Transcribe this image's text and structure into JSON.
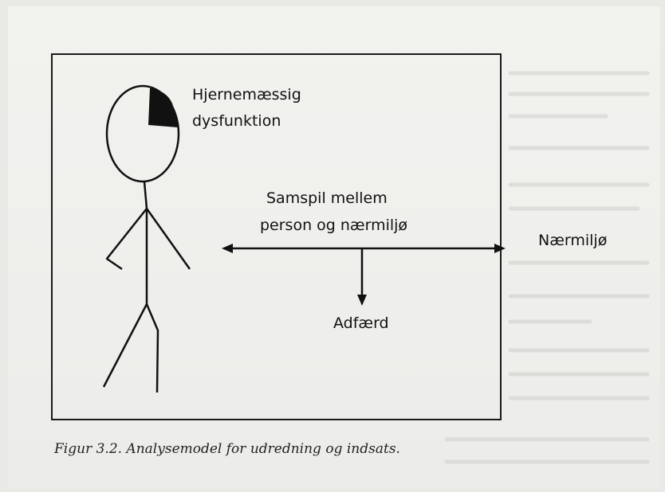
{
  "diagram": {
    "brain_label_line1": "Hjernemæssig",
    "brain_label_line2": "dysfunktion",
    "interaction_label_line1": "Samspil mellem",
    "interaction_label_line2": "person og nærmiljø",
    "environment_label": "Nærmiljø",
    "behavior_label": "Adfærd"
  },
  "caption": "Figur 3.2. Analysemodel for udredning og indsats.",
  "colors": {
    "ink": "#111111",
    "paper": "#eeeeeb",
    "bleed_text": "#c9c9c5"
  }
}
